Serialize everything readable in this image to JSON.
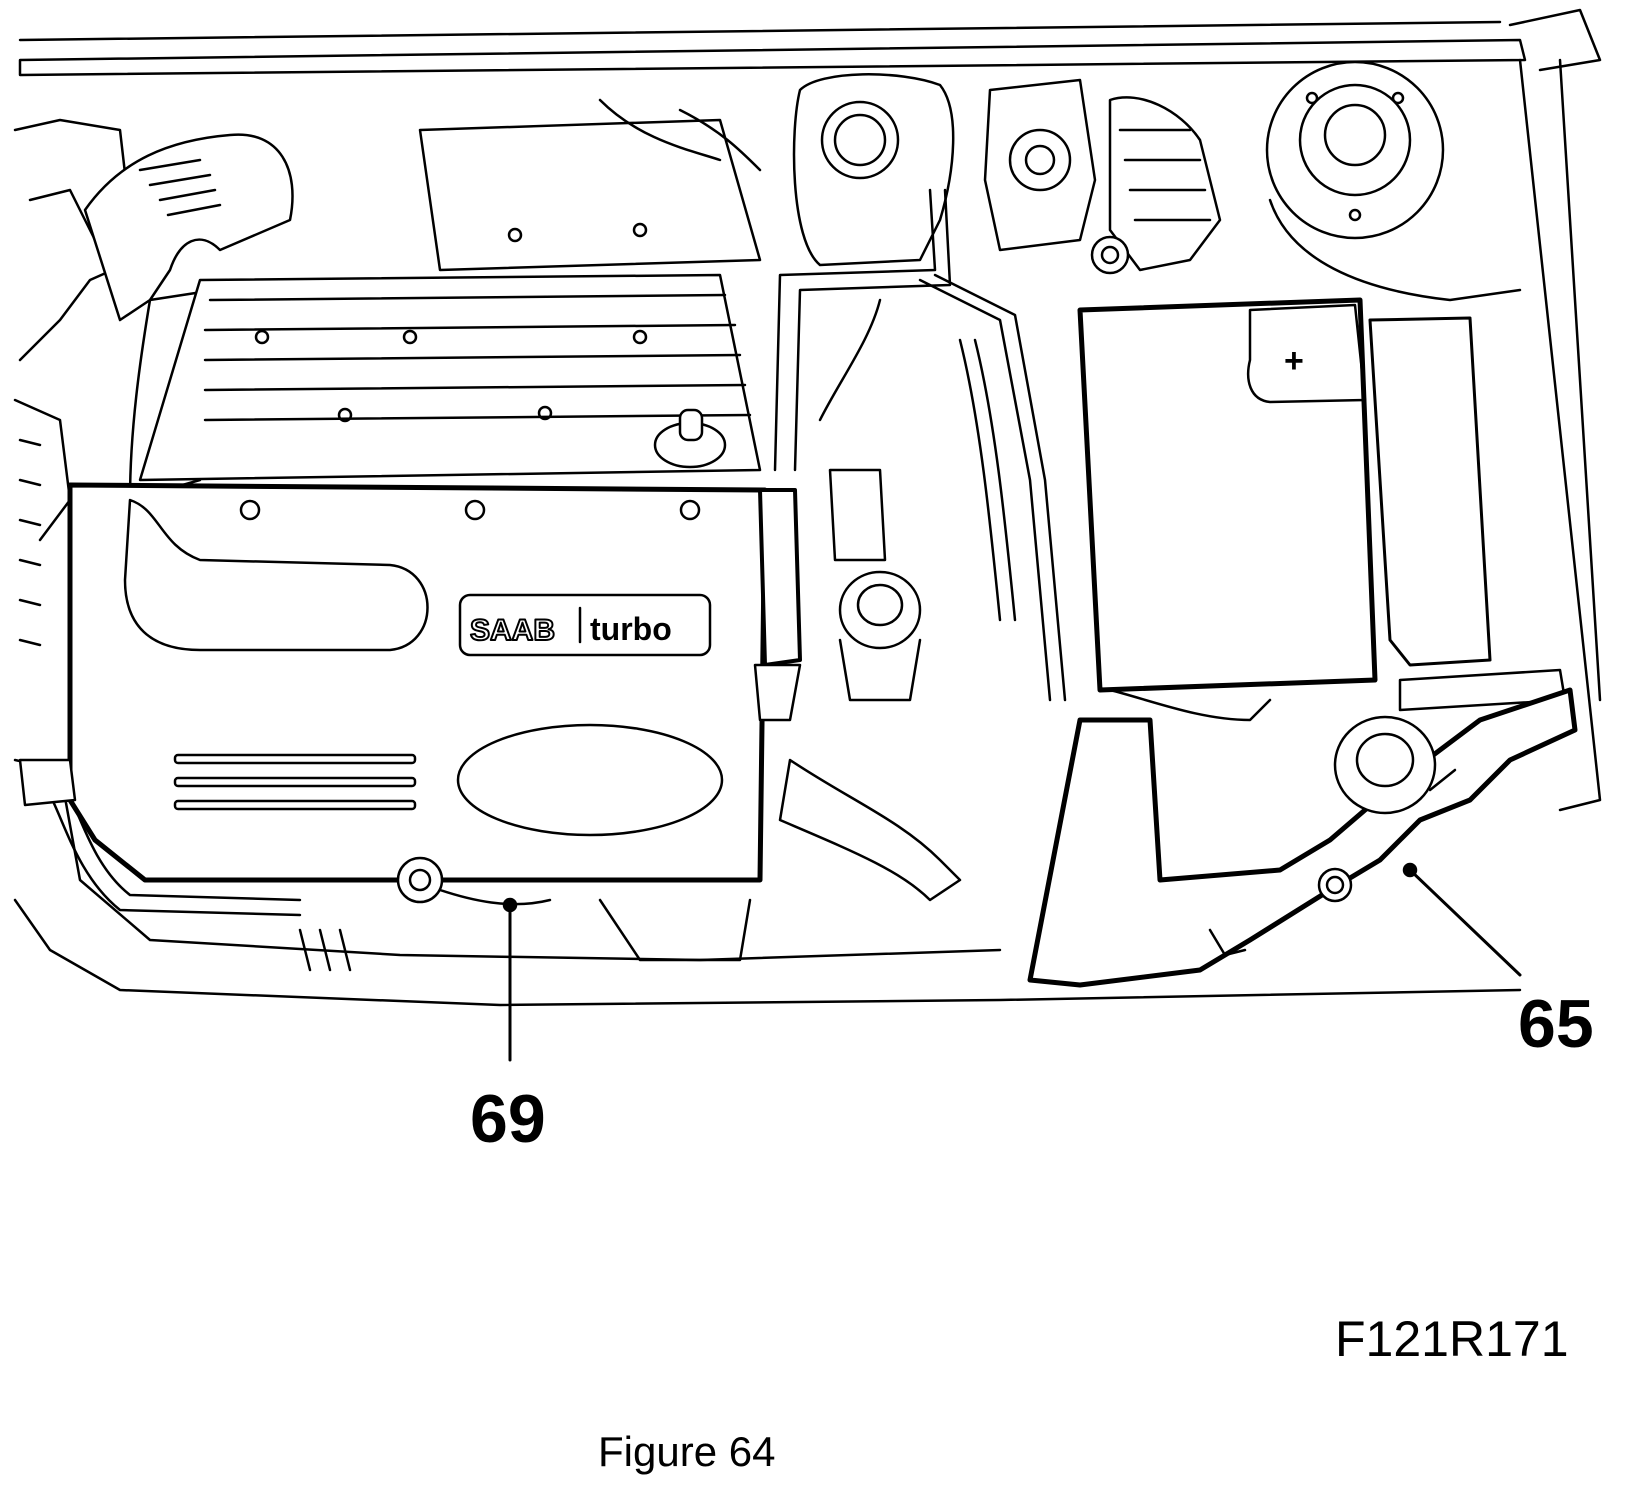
{
  "diagram": {
    "badge": {
      "brand": "SAAB",
      "model": "turbo"
    },
    "battery_symbol": "+",
    "callouts": [
      {
        "number": "65",
        "part": "battery-cover-bracket"
      },
      {
        "number": "69",
        "part": "engine-cover"
      }
    ]
  },
  "figure": {
    "code": "F121R171",
    "caption": "Figure 64"
  }
}
